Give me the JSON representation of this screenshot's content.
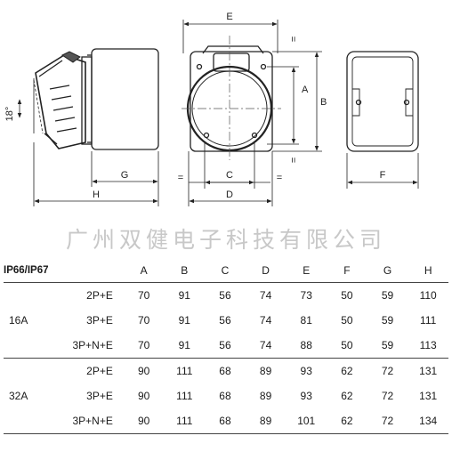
{
  "drawing": {
    "dim_labels": {
      "A": "A",
      "B": "B",
      "C": "C",
      "D": "D",
      "E": "E",
      "F": "F",
      "G": "G",
      "H": "H"
    },
    "angle_label": "18°",
    "equal_mark": "="
  },
  "watermark": "广州双健电子科技有限公司",
  "table": {
    "header": [
      "IP66/IP67",
      "A",
      "B",
      "C",
      "D",
      "E",
      "F",
      "G",
      "H"
    ],
    "groups": [
      {
        "amp": "16A",
        "rows": [
          {
            "conf": "2P+E",
            "values": [
              "70",
              "91",
              "56",
              "74",
              "73",
              "50",
              "59",
              "110"
            ]
          },
          {
            "conf": "3P+E",
            "values": [
              "70",
              "91",
              "56",
              "74",
              "81",
              "50",
              "59",
              "111"
            ]
          },
          {
            "conf": "3P+N+E",
            "values": [
              "70",
              "91",
              "56",
              "74",
              "88",
              "50",
              "59",
              "113"
            ]
          }
        ]
      },
      {
        "amp": "32A",
        "rows": [
          {
            "conf": "2P+E",
            "values": [
              "90",
              "111",
              "68",
              "89",
              "93",
              "62",
              "72",
              "131"
            ]
          },
          {
            "conf": "3P+E",
            "values": [
              "90",
              "111",
              "68",
              "89",
              "93",
              "62",
              "72",
              "131"
            ]
          },
          {
            "conf": "3P+N+E",
            "values": [
              "90",
              "111",
              "68",
              "89",
              "101",
              "62",
              "72",
              "134"
            ]
          }
        ]
      }
    ]
  }
}
